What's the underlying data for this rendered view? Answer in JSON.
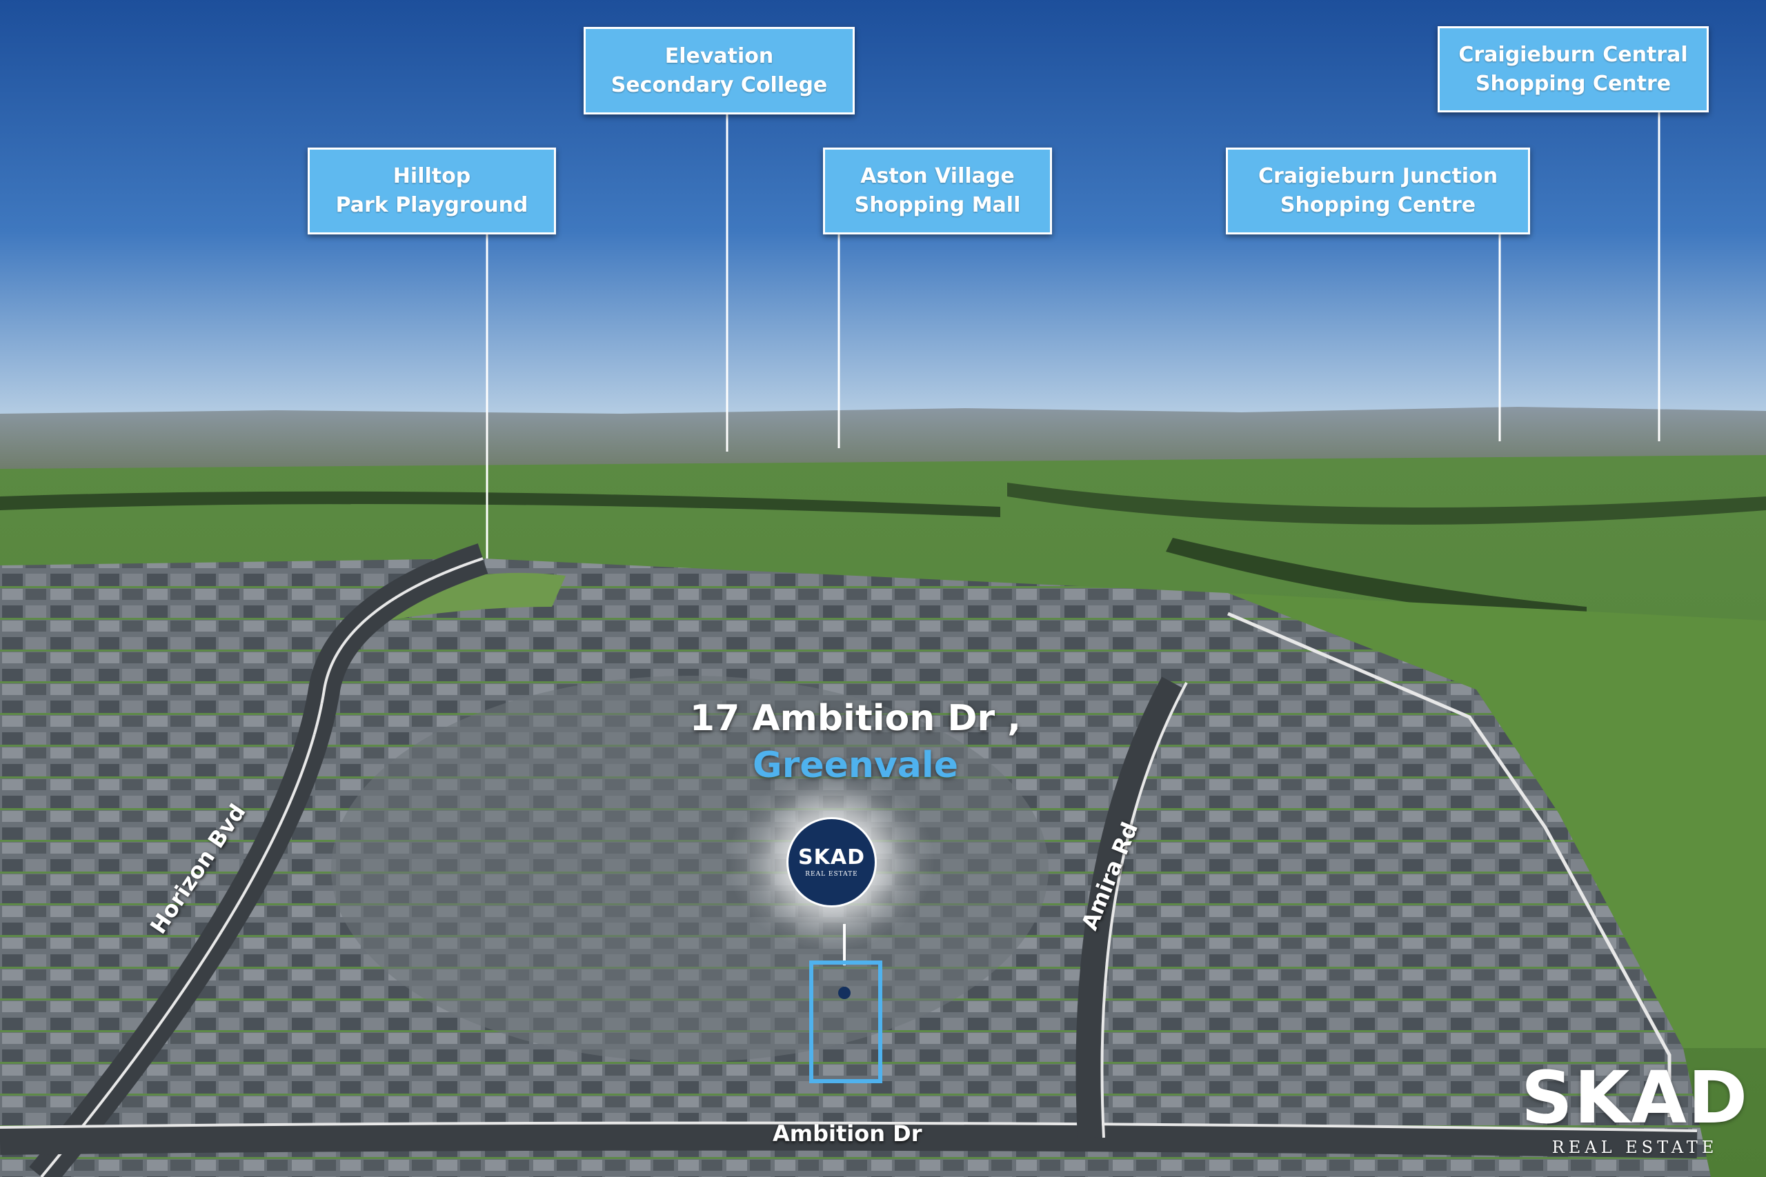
{
  "callouts": [
    {
      "line1": "Elevation",
      "line2": "Secondary College"
    },
    {
      "line1": "Craigieburn Central",
      "line2": "Shopping Centre"
    },
    {
      "line1": "Hilltop",
      "line2": "Park Playground"
    },
    {
      "line1": "Aston Village",
      "line2": "Shopping Mall"
    },
    {
      "line1": "Craigieburn Junction",
      "line2": "Shopping Centre"
    }
  ],
  "address": {
    "street": "17 Ambition Dr ,",
    "suburb": "Greenvale"
  },
  "badge": {
    "brand": "SKAD",
    "tagline": "REAL ESTATE"
  },
  "roads": {
    "horizon": "Horizon Bvd",
    "amira": "Amira Rd",
    "ambition": "Ambition Dr"
  },
  "watermark": {
    "brand": "SKAD",
    "tagline": "REAL ESTATE"
  },
  "colors": {
    "callout_fill": "#5fb9ef",
    "suburb_text": "#4fb2ee",
    "badge_fill": "#13305e",
    "sky_top": "#1d4f9b"
  }
}
